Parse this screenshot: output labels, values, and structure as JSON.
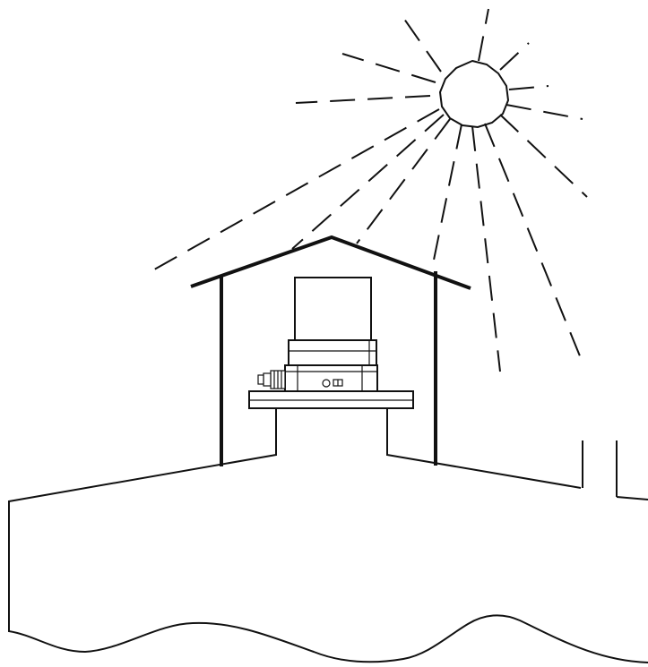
{
  "diagram": {
    "elements": [
      "sun",
      "sun-rays",
      "shelter-roof",
      "shelter-walls",
      "mounting-table",
      "instrument",
      "ground",
      "chimney-pipe"
    ],
    "colors": {
      "line": "#111111",
      "background": "#ffffff"
    }
  }
}
